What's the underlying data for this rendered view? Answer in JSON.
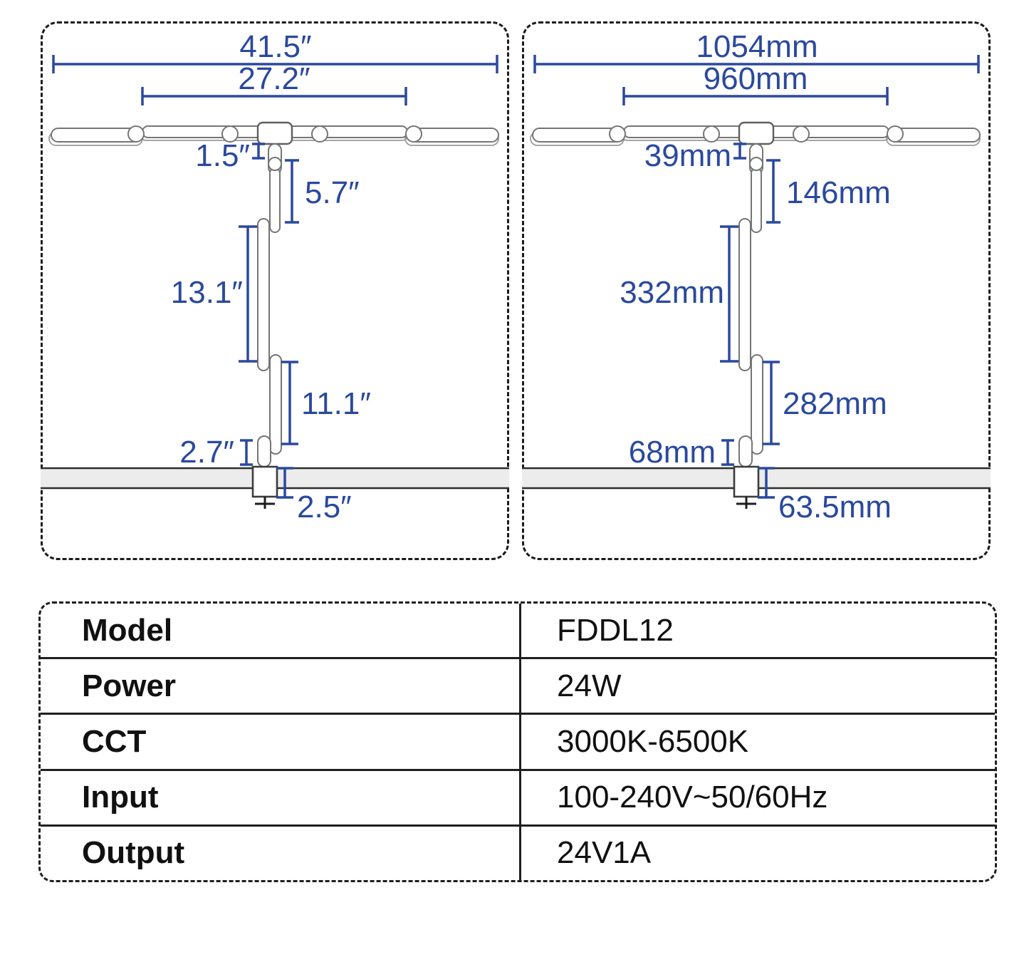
{
  "diagram": {
    "inches": {
      "total_width": "41.5″",
      "head_width": "27.2″",
      "neck": "1.5″",
      "upper_arm": "5.7″",
      "middle_arm": "13.1″",
      "lower_arm": "11.1″",
      "riser": "2.7″",
      "clamp": "2.5″"
    },
    "mm": {
      "total_width": "1054mm",
      "head_width": "960mm",
      "neck": "39mm",
      "upper_arm": "146mm",
      "middle_arm": "332mm",
      "lower_arm": "282mm",
      "riser": "68mm",
      "clamp": "63.5mm"
    }
  },
  "spec": {
    "rows": [
      {
        "label": "Model",
        "value": "FDDL12"
      },
      {
        "label": "Power",
        "value": "24W"
      },
      {
        "label": "CCT",
        "value": "3000K-6500K"
      },
      {
        "label": "Input",
        "value": "100-240V~50/60Hz"
      },
      {
        "label": "Output",
        "value": "24V1A"
      }
    ]
  },
  "colors": {
    "dimension_blue": "#2a499e",
    "lamp_outline_gray": "#757575",
    "desk_fill_gray": "#ececec",
    "table_line_black": "#1f1f1f"
  }
}
